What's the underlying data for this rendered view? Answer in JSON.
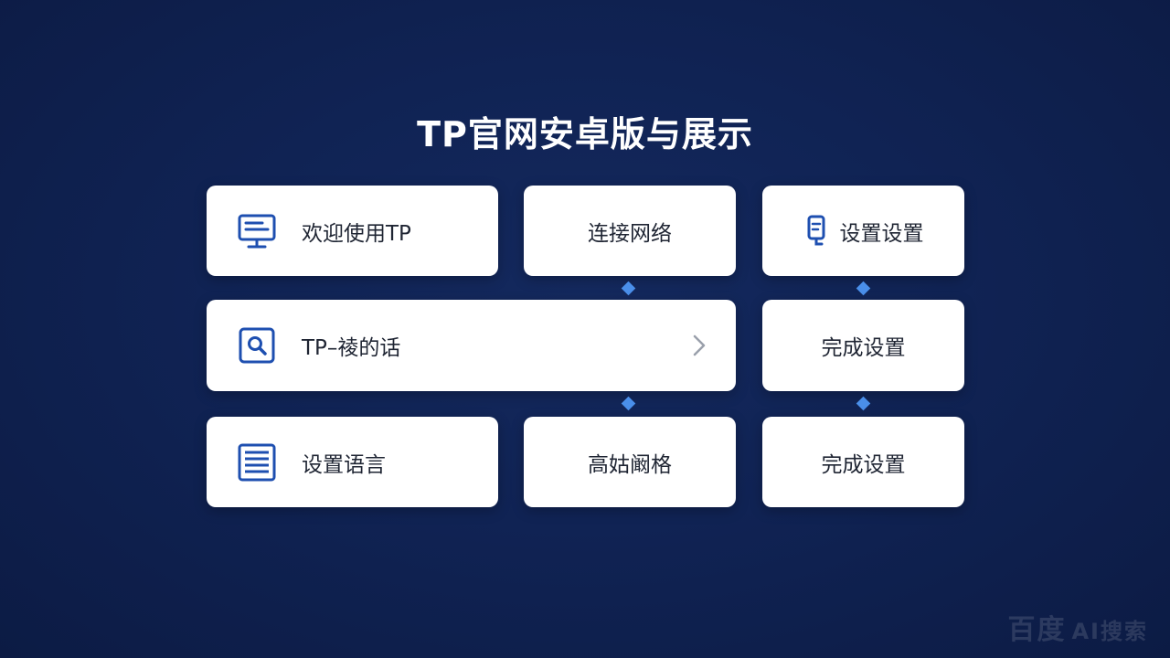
{
  "title": "TP官网安卓版与展示",
  "cards": {
    "welcome": {
      "label": "欢迎使用TP",
      "icon": "monitor-icon"
    },
    "connect_network": {
      "label": "连接网络"
    },
    "settings_top": {
      "label": "设置设置",
      "icon": "phone-settings-icon"
    },
    "tp_wallet": {
      "label": "TP–祾的话",
      "icon": "search-icon"
    },
    "complete_settings_1": {
      "label": "完成设置"
    },
    "language": {
      "label": "设置语言",
      "icon": "document-icon"
    },
    "high_network": {
      "label": "高姑阚格"
    },
    "complete_settings_2": {
      "label": "完成设置"
    }
  },
  "watermark": {
    "main": "百度",
    "sub": "AI搜索"
  },
  "colors": {
    "background": "#102354",
    "card": "#ffffff",
    "icon": "#1e4fb0",
    "connector": "#4a8fea",
    "text": "#1f2533"
  }
}
